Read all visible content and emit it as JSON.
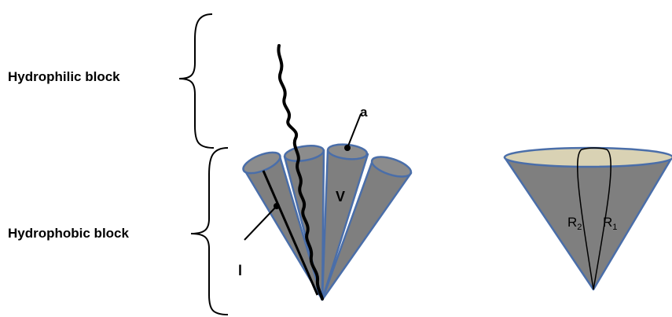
{
  "labels": {
    "hydrophilic": "Hydrophilic block",
    "hydrophobic": "Hydrophobic block"
  },
  "symbols": {
    "a": "a",
    "v": "V",
    "l": "l",
    "r2_base": "R",
    "r2_sub": "2",
    "r1_base": "R",
    "r1_sub": "1"
  },
  "colors": {
    "cone_fill": "#7f7f7f",
    "cone_stroke": "#4a6ea9",
    "top_ellipse_fill": "#d9d2b4",
    "chain": "#000000"
  }
}
